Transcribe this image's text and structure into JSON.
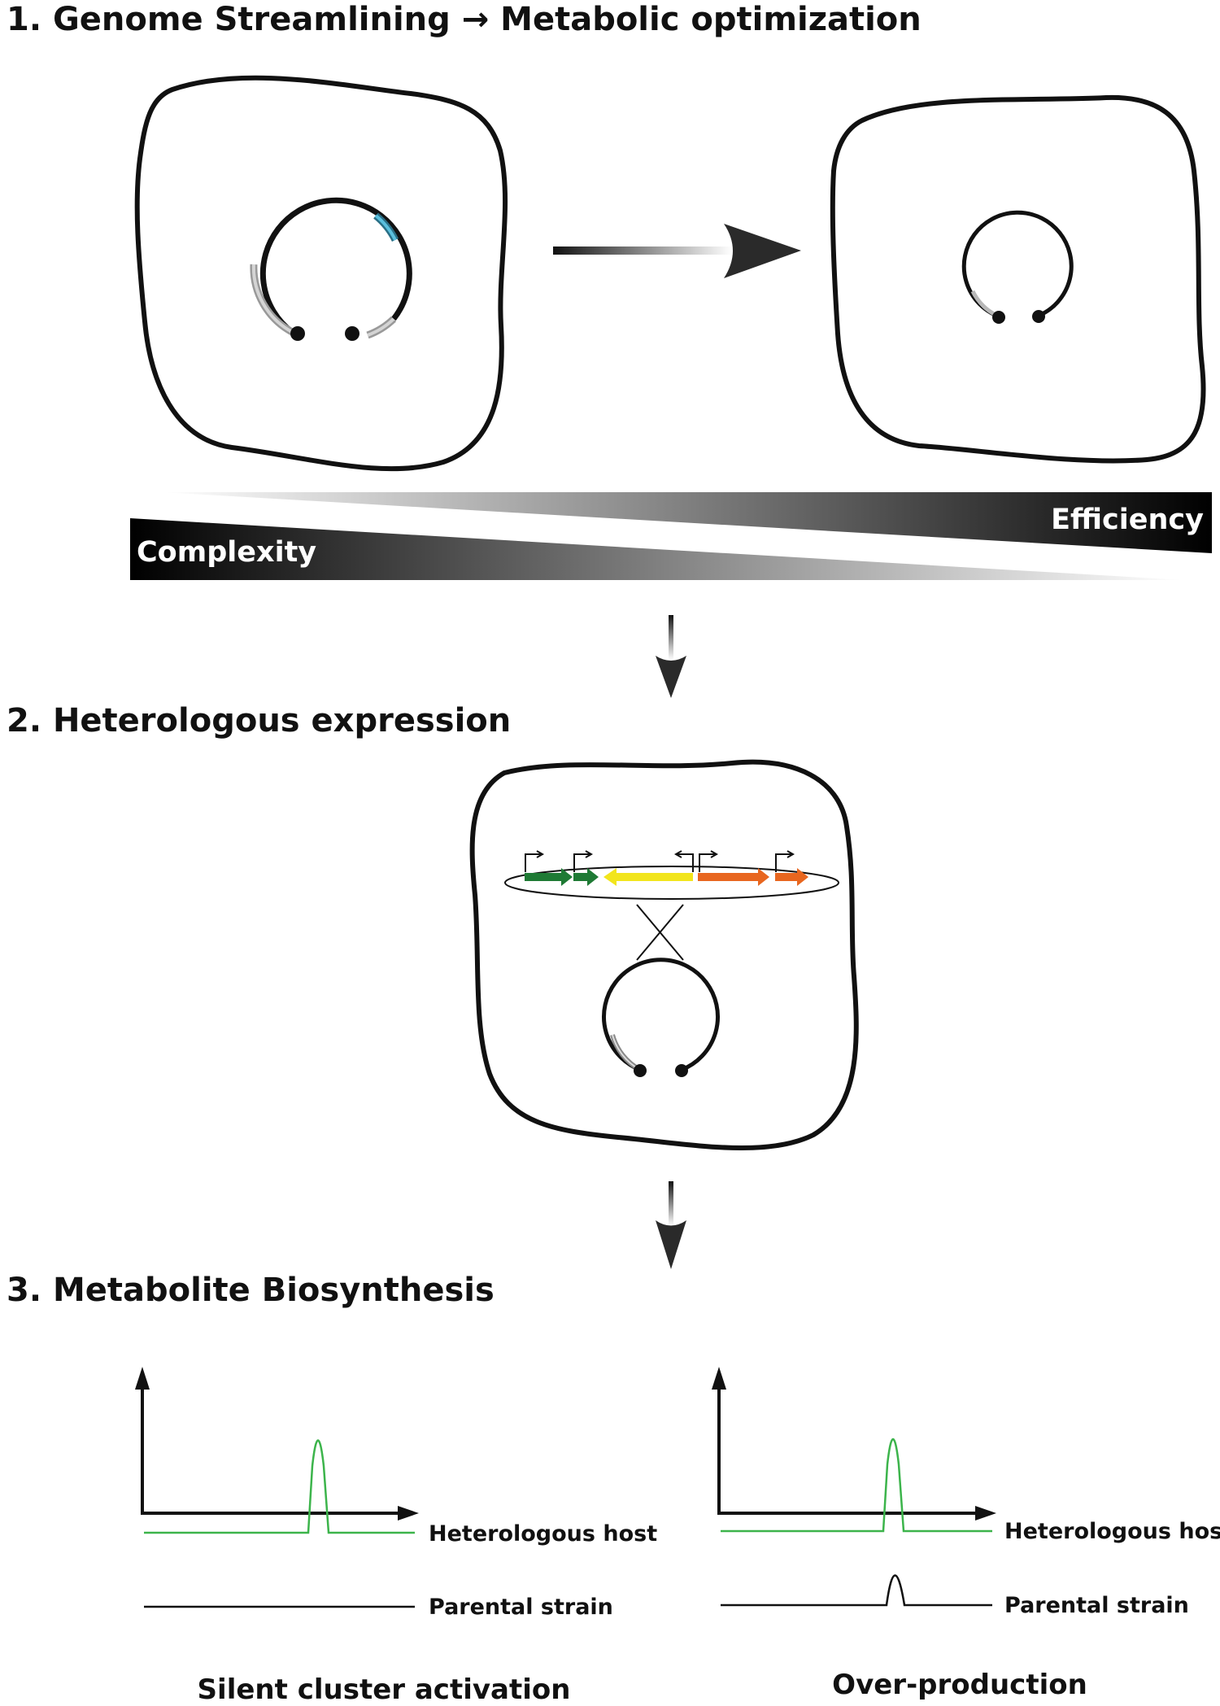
{
  "sections": {
    "streamlining": {
      "title": "1. Genome Streamlining → Metabolic optimization"
    },
    "expression": {
      "title": "2. Heterologous expression"
    },
    "biosynthesis": {
      "title": "3. Metabolite Biosynthesis"
    }
  },
  "gradient": {
    "top_label": "Efficiency",
    "bottom_label": "Complexity"
  },
  "plots": [
    {
      "caption": "Silent cluster activation",
      "traces": [
        {
          "label": "Heterologous host",
          "color": "#3cb44b",
          "peak": "high"
        },
        {
          "label": "Parental strain",
          "color": "#111111",
          "peak": "none"
        }
      ]
    },
    {
      "caption": "Over-production",
      "traces": [
        {
          "label": "Heterologous host",
          "color": "#3cb44b",
          "peak": "high"
        },
        {
          "label": "Parental strain",
          "color": "#111111",
          "peak": "low"
        }
      ]
    }
  ],
  "gene_colors": {
    "dark_green": "#1e7a34",
    "yellow": "#f2e51c",
    "orange": "#e8661f",
    "chromosome_highlight": "#5bc0de",
    "chromosome_deletion": "#b8b8b8"
  }
}
